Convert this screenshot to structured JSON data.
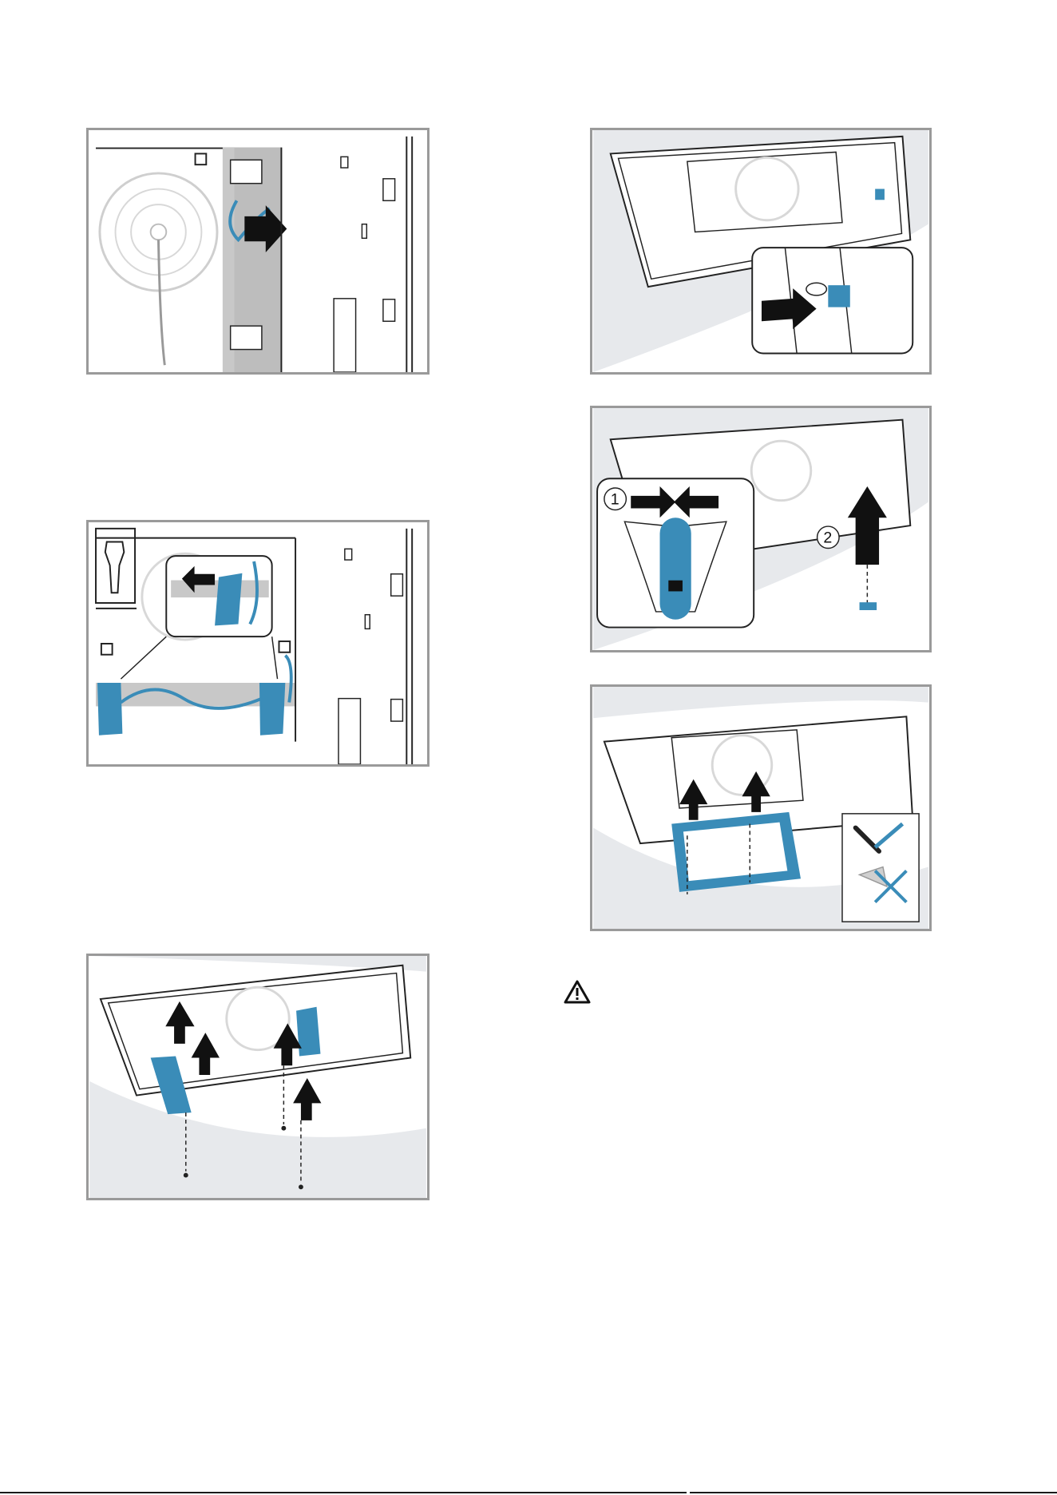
{
  "colors": {
    "frame": "#9a9a9a",
    "accent_blue": "#3a8cb8",
    "arrow": "#111111",
    "background_grey": "#e7e9ec"
  },
  "figures": [
    {
      "id": "fig1",
      "icons": [
        "fan-icon",
        "cable-icon",
        "arrow-right-icon"
      ]
    },
    {
      "id": "fig2",
      "icons": [
        "torx-screwdriver-icon",
        "arrow-left-icon",
        "bracket-icon"
      ]
    },
    {
      "id": "fig3",
      "icons": [
        "arrow-up-icon",
        "screw-icon",
        "bracket-icon"
      ]
    },
    {
      "id": "fig4",
      "icons": [
        "connector-icon",
        "arrow-right-icon"
      ]
    },
    {
      "id": "fig5",
      "icons": [
        "squeeze-clip-icon",
        "unlock-icon",
        "arrow-up-icon"
      ],
      "step_labels": [
        "1",
        "2"
      ]
    },
    {
      "id": "fig6",
      "icons": [
        "screwdriver-check-icon",
        "drill-cross-icon",
        "arrow-up-icon"
      ]
    }
  ],
  "warning_icon": "warning-triangle-icon"
}
